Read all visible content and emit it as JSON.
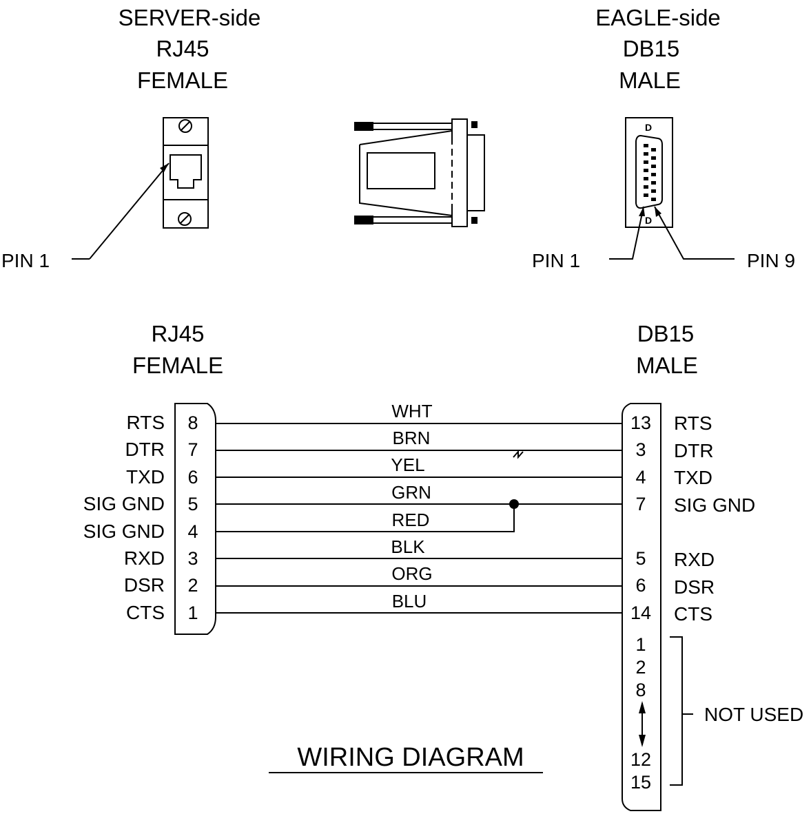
{
  "top": {
    "server": {
      "lines": [
        "SERVER-side",
        "RJ45",
        "FEMALE"
      ],
      "pin1_label": "PIN 1"
    },
    "eagle": {
      "lines": [
        "EAGLE-side",
        "DB15",
        "MALE"
      ],
      "pin1_label": "PIN 1",
      "pin9_label": "PIN 9"
    }
  },
  "wiring": {
    "left_header": [
      "RJ45",
      "FEMALE"
    ],
    "right_header": [
      "DB15",
      "MALE"
    ],
    "rows": [
      {
        "left_signal": "RTS",
        "left_pin": "8",
        "color": "WHT",
        "right_pin": "13",
        "right_signal": "RTS"
      },
      {
        "left_signal": "DTR",
        "left_pin": "7",
        "color": "BRN",
        "right_pin": "3",
        "right_signal": "DTR"
      },
      {
        "left_signal": "TXD",
        "left_pin": "6",
        "color": "YEL",
        "right_pin": "4",
        "right_signal": "TXD"
      },
      {
        "left_signal": "SIG GND",
        "left_pin": "5",
        "color": "GRN",
        "right_pin": "7",
        "right_signal": "SIG GND"
      },
      {
        "left_signal": "SIG GND",
        "left_pin": "4",
        "color": "RED",
        "right_pin": "",
        "right_signal": ""
      },
      {
        "left_signal": "RXD",
        "left_pin": "3",
        "color": "BLK",
        "right_pin": "5",
        "right_signal": "RXD"
      },
      {
        "left_signal": "DSR",
        "left_pin": "2",
        "color": "ORG",
        "right_pin": "6",
        "right_signal": "DSR"
      },
      {
        "left_signal": "CTS",
        "left_pin": "1",
        "color": "BLU",
        "right_pin": "14",
        "right_signal": "CTS"
      }
    ],
    "unused_pins": [
      "1",
      "2",
      "8",
      "12",
      "15"
    ],
    "not_used_label": "NOT USED"
  },
  "title": "WIRING DIAGRAM"
}
